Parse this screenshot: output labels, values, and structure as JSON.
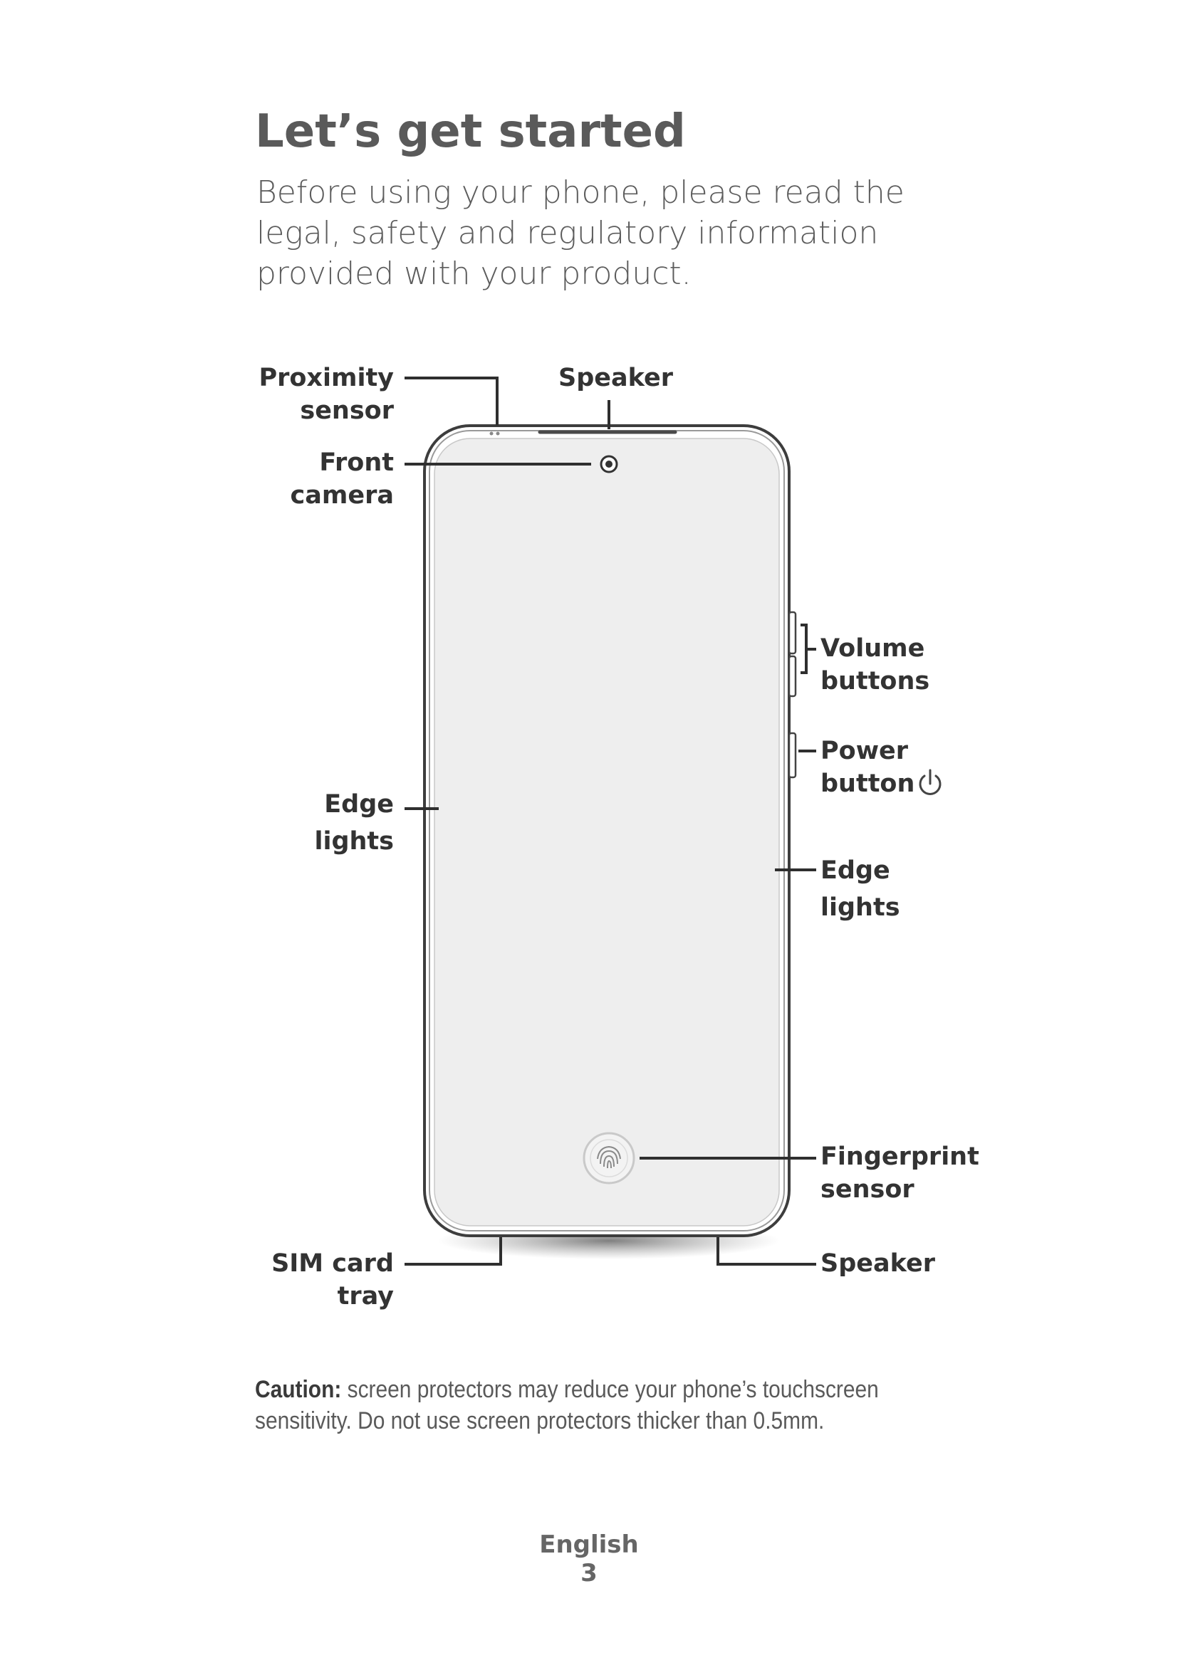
{
  "page": {
    "title": "Let’s get started",
    "intro": "Before using your phone, please read the legal, safety and regulatory information provided with your product."
  },
  "diagram": {
    "labels": {
      "proximity_sensor": "Proximity\nsensor",
      "speaker_top": "Speaker",
      "front_camera": "Front\ncamera",
      "volume_buttons": "Volume\nbuttons",
      "power_button": "Power\nbutton",
      "edge_lights_left": "Edge\nlights",
      "edge_lights_right": "Edge\nlights",
      "fingerprint_sensor": "Fingerprint\nsensor",
      "sim_card_tray": "SIM card\ntray",
      "speaker_bottom": "Speaker"
    },
    "icons": {
      "power": "power-icon",
      "fingerprint": "fingerprint-icon",
      "camera": "camera-icon"
    }
  },
  "caution": {
    "label": "Caution:",
    "text": " screen protectors may reduce your phone’s touchscreen sensitivity. Do not use screen protectors thicker than 0.5mm."
  },
  "footer": {
    "language": "English",
    "page_number": "3"
  }
}
